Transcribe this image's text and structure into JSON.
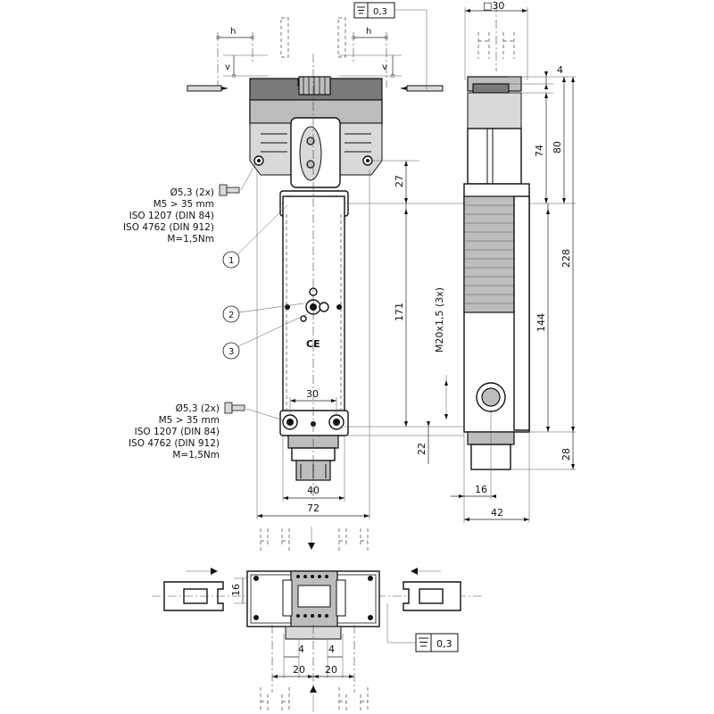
{
  "front": {
    "h_labels": [
      "h",
      "h"
    ],
    "v_labels": [
      "v",
      "v"
    ],
    "dim_27": "27",
    "dim_171": "171",
    "dim_30": "30",
    "dim_40": "40",
    "dim_72": "72",
    "mount_top": [
      "Ø5,3 (2x)",
      "M5 > 35 mm",
      "ISO 1207 (DIN 84)",
      "ISO 4762 (DIN 912)",
      "M=1,5Nm"
    ],
    "mount_bottom": [
      "Ø5,3 (2x)",
      "M5 > 35 mm",
      "ISO 1207 (DIN 84)",
      "ISO 4762 (DIN 912)",
      "M=1,5Nm"
    ],
    "callouts": [
      "1",
      "2",
      "3"
    ],
    "ce_mark": "CE",
    "conduit": "M20x1,5 (3x)",
    "dim_22": "22",
    "tolerance": "0,3"
  },
  "side": {
    "square": "□30",
    "dim_4": "4",
    "dim_74": "74",
    "dim_80": "80",
    "dim_228": "228",
    "dim_144": "144",
    "dim_28": "28",
    "dim_16": "16",
    "dim_42": "42"
  },
  "bottom": {
    "dim_16": "16",
    "dim_4a": "4",
    "dim_4b": "4",
    "dim_20a": "20",
    "dim_20b": "20",
    "tolerance": "0,3"
  },
  "icons": [
    "flatness-symbol-icon",
    "screw-icon",
    "arrow-icon",
    "actuator-icon"
  ]
}
